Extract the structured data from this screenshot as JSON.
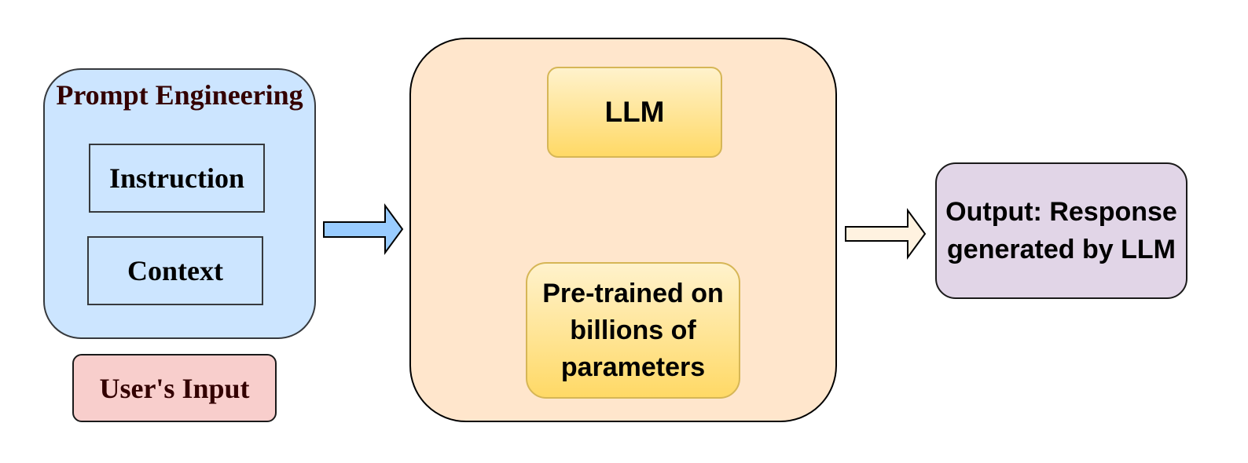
{
  "input_group": {
    "title": "Prompt Engineering",
    "items": [
      "Instruction",
      "Context"
    ],
    "caption": "User's Input"
  },
  "model_group": {
    "llm_label": "LLM",
    "pretrained_lines": [
      "Pre-trained on",
      "billions of",
      "parameters"
    ]
  },
  "output": {
    "lines": [
      "Output: Response",
      "generated by LLM"
    ]
  },
  "colors": {
    "input_fill": "#cce5ff",
    "caption_fill": "#f8cecc",
    "model_fill": "#ffe6cc",
    "llm_fill": "#ffd966",
    "output_fill": "#e1d5e7",
    "input_arrow": "#99ccff",
    "output_arrow": "#fff2e0"
  }
}
